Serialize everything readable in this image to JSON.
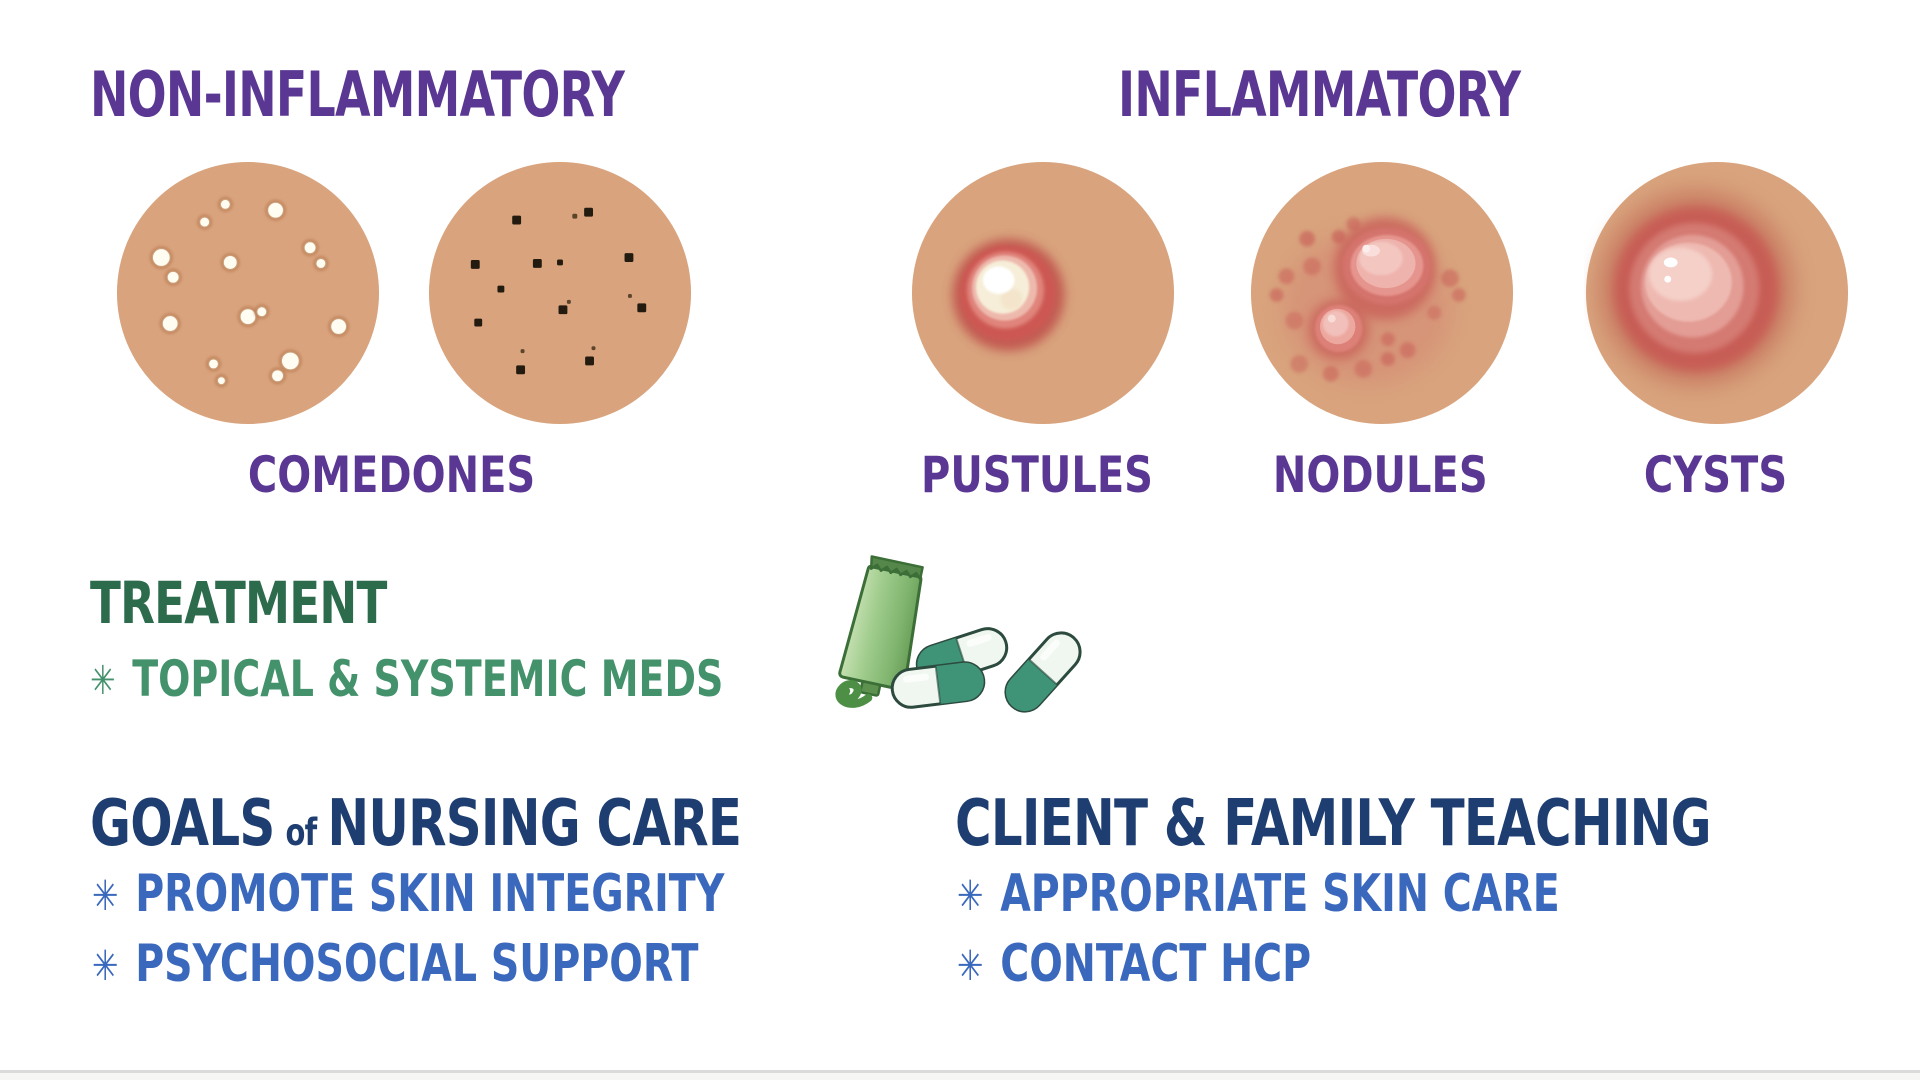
{
  "colors": {
    "background": "#ffffff",
    "purple": "#5b3794",
    "green_dark": "#2d6b4d",
    "green_mid": "#43926c",
    "navy": "#1e3e72",
    "blue": "#3a68bd",
    "skin": "#d8a37d",
    "lesion_red": "#c5534f",
    "lesion_pink": "#eab1aa",
    "pus_cream": "#f6eed8",
    "capsule_green": "#3f9478",
    "tube_green": "#8fc07d"
  },
  "glyphs": {
    "bullet": "✳"
  },
  "non_inflammatory": {
    "title": "NON-INFLAMMATORY",
    "label": "COMEDONES",
    "icons": [
      "whiteheads-skin-icon",
      "blackheads-skin-icon"
    ]
  },
  "inflammatory": {
    "title": "INFLAMMATORY",
    "labels": [
      "PUSTULES",
      "NODULES",
      "CYSTS"
    ],
    "icons": [
      "pustule-skin-icon",
      "nodules-skin-icon",
      "cyst-skin-icon"
    ]
  },
  "treatment": {
    "title": "TREATMENT",
    "bullets": [
      "TOPICAL & SYSTEMIC MEDS"
    ],
    "icons": [
      "ointment-tube-icon",
      "capsules-icon"
    ]
  },
  "goals": {
    "title_pre": "GOALS",
    "title_mid": "of",
    "title_post": "NURSING CARE",
    "bullets": [
      "PROMOTE SKIN INTEGRITY",
      "PSYCHOSOCIAL SUPPORT"
    ]
  },
  "teaching": {
    "title": "CLIENT & FAMILY TEACHING",
    "bullets": [
      "APPROPRIATE SKIN CARE",
      "CONTACT HCP"
    ]
  }
}
